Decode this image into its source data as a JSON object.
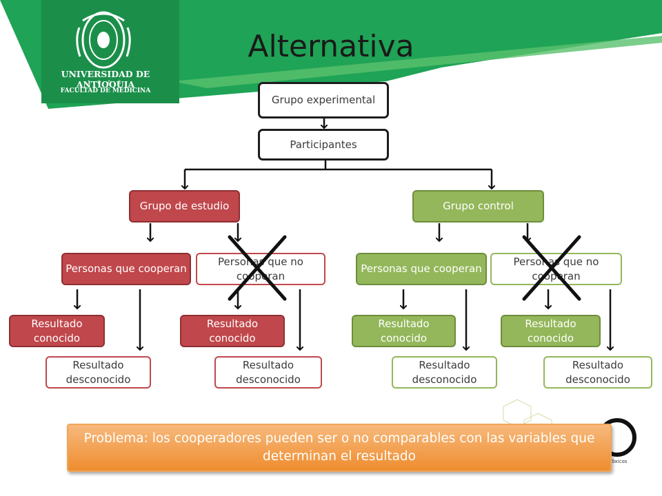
{
  "slide": {
    "title": "Alternativa",
    "logo": {
      "name": "UNIVERSIDAD DE ANTIOQUIA",
      "year": "1 8 0 3",
      "faculty": "FACULTAD DE MEDICINA"
    },
    "watermark_caption": "y Tóxicos",
    "colors": {
      "banner_green": "#1fa356",
      "red": "#c0474b",
      "green": "#93b75a",
      "orange": "#ef8d2f"
    }
  },
  "diagram": {
    "grupo_experimental": "Grupo experimental",
    "participantes": "Participantes",
    "grupo_estudio": "Grupo de estudio",
    "grupo_control": "Grupo control",
    "estudio_cooperan": "Personas que cooperan",
    "estudio_no_cooperan": "Personas que no cooperan",
    "control_cooperan": "Personas que cooperan",
    "control_no_cooperan": "Personas que no cooperan",
    "res_conocido_1": "Resultado conocido",
    "res_desconocido_1": "Resultado desconocido",
    "res_conocido_2": "Resultado conocido",
    "res_desconocido_2": "Resultado desconocido",
    "res_conocido_3": "Resultado conocido",
    "res_desconocido_3": "Resultado desconocido",
    "res_conocido_4": "Resultado conocido",
    "res_desconocido_4": "Resultado desconocido"
  },
  "problem": "Problema: los cooperadores pueden ser o no comparables con las variables que determinan el resultado"
}
